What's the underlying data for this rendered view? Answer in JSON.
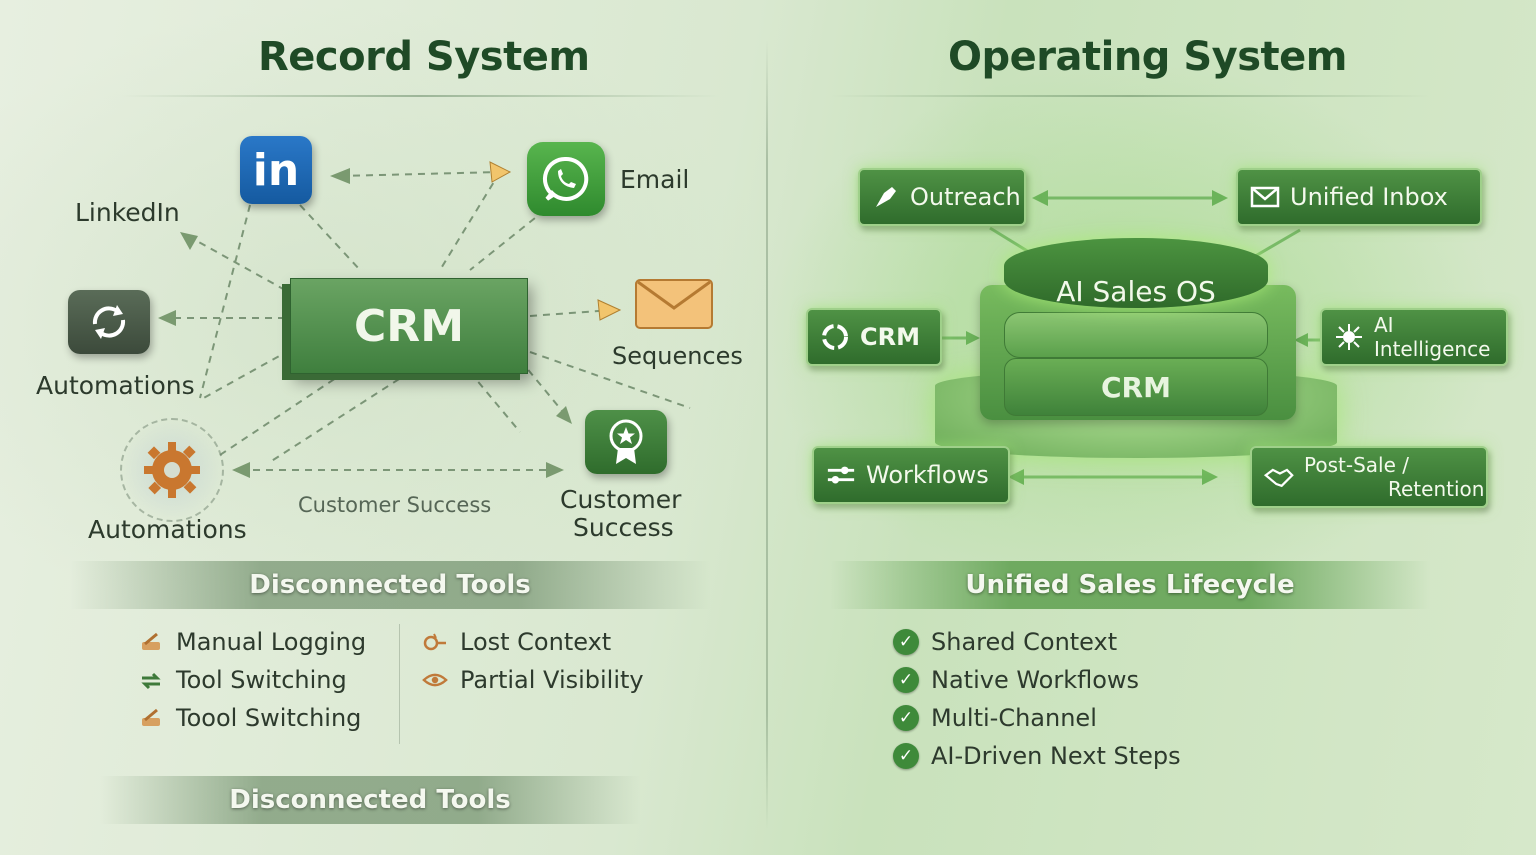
{
  "left": {
    "title": "Record System",
    "crm": "CRM",
    "nodes": {
      "linkedin_icon_text": "in",
      "linkedin": "LinkedIn",
      "email": "Email",
      "sequences": "Sequences",
      "automations_top": "Automations",
      "automations_bottom": "Automations",
      "customer_success_mid": "Customer Success",
      "customer_success_line1": "Customer",
      "customer_success_line2": "Success"
    },
    "band_top": "Disconnected Tools",
    "list_col1": [
      "Manual Logging",
      "Tool Switching",
      "Toool Switching"
    ],
    "list_col2": [
      "Lost Context",
      "Partial Visibility"
    ],
    "band_bottom": "Disconnected Tools"
  },
  "right": {
    "title": "Operating System",
    "stack_top": "AI Sales OS",
    "stack_bottom": "CRM",
    "nodes": {
      "outreach": "Outreach",
      "unified_inbox": "Unified Inbox",
      "crm": "CRM",
      "ai_intelligence": "AI Intelligence",
      "workflows": "Workflows",
      "post_sale_line1": "Post-Sale /",
      "post_sale_line2": "Retention"
    },
    "band": "Unified Sales Lifecycle",
    "checklist": [
      "Shared Context",
      "Native Workflows",
      "Multi-Channel",
      "AI-Driven Next Steps"
    ]
  },
  "colors": {
    "title": "#1f4a26",
    "green_dark": "#2f6c2c",
    "green": "#4f9245",
    "linkedin": "#1d66b3",
    "whatsapp": "#3c9b3c",
    "envelope": "#e8b060",
    "gear": "#c9772f"
  }
}
